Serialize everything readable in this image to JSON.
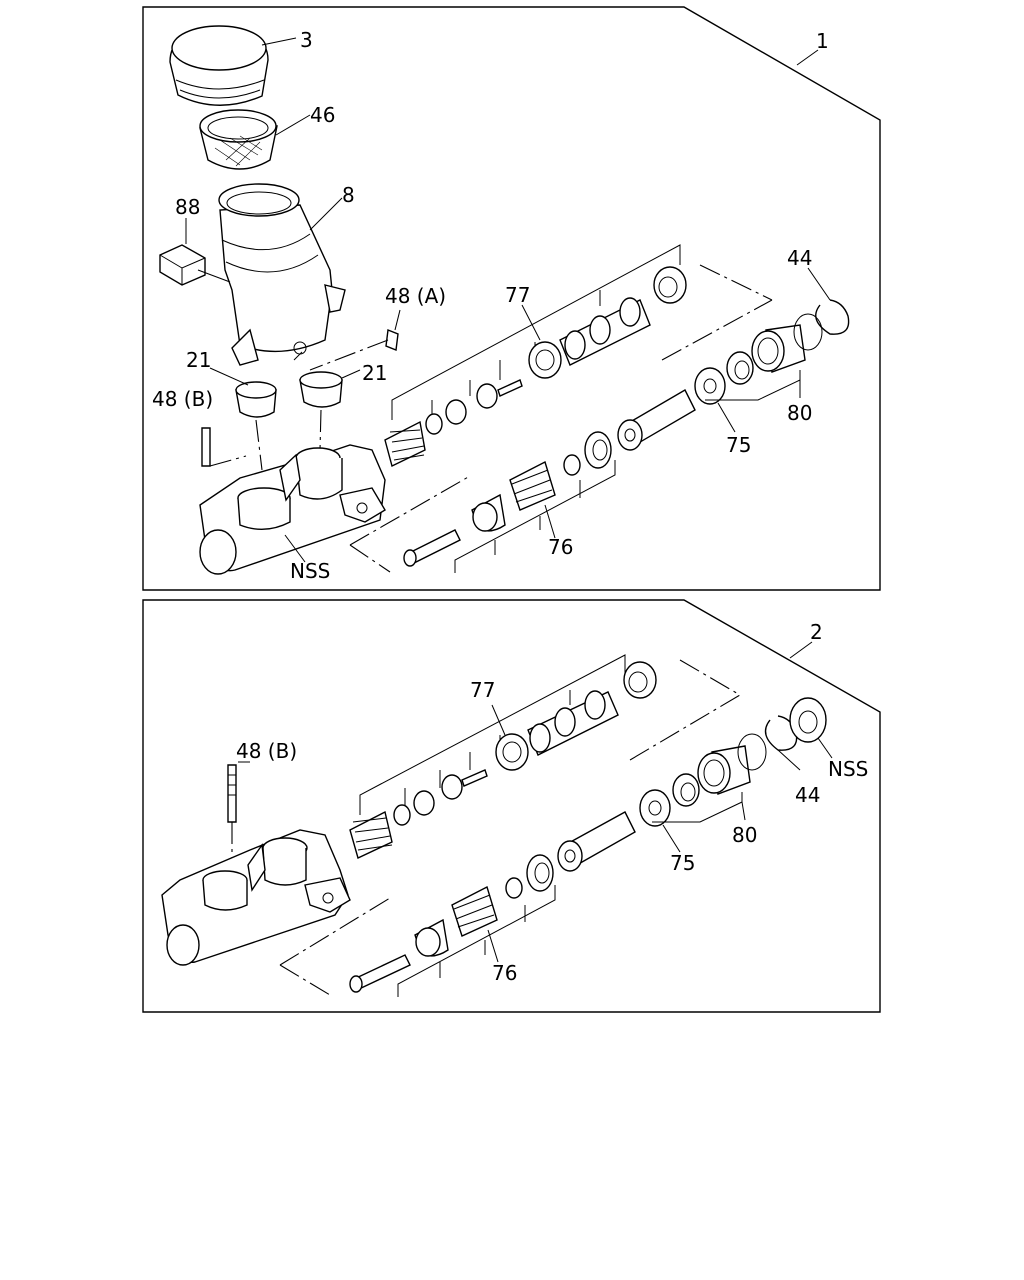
{
  "panels": [
    {
      "id": "panel-1",
      "assembly_number": "1",
      "callouts": {
        "c3": "3",
        "c46": "46",
        "c8": "8",
        "c88": "88",
        "c48a": "48 (A)",
        "c77": "77",
        "c44": "44",
        "c21a": "21",
        "c21b": "21",
        "c48b": "48 (B)",
        "c80": "80",
        "c75": "75",
        "c76": "76",
        "cnss": "NSS"
      }
    },
    {
      "id": "panel-2",
      "assembly_number": "2",
      "callouts": {
        "c77": "77",
        "c48b": "48 (B)",
        "c44": "44",
        "cnss": "NSS",
        "c80": "80",
        "c75": "75",
        "c76": "76"
      }
    }
  ]
}
